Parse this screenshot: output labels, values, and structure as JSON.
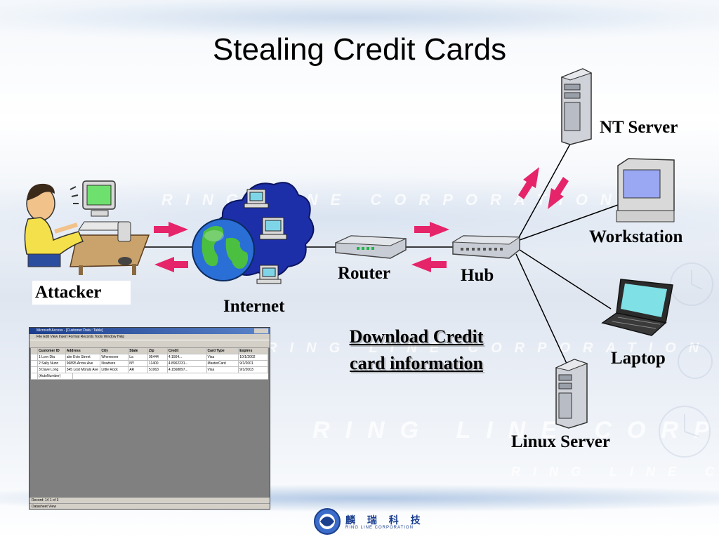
{
  "slide": {
    "title": "Stealing Credit Cards",
    "caption_line1": "Download Credit",
    "caption_line2": "card information"
  },
  "nodes": {
    "attacker": "Attacker",
    "internet": "Internet",
    "router": "Router",
    "hub": "Hub",
    "nt_server": "NT Server",
    "workstation": "Workstation",
    "laptop": "Laptop",
    "linux_server": "Linux Server"
  },
  "watermark": {
    "company": "RING LINE CORPORATION",
    "short": "RING LINE CORPO"
  },
  "logo": {
    "chinese": "麟 瑞 科 技",
    "english": "RING LINE CORPORATION"
  },
  "access_window": {
    "title": "Microsoft Access - [Customer Data : Table]",
    "menu": "File  Edit  View  Insert  Format  Records  Tools  Window  Help",
    "columns": [
      "Customer ID",
      "Address",
      "City",
      "State",
      "Zip",
      "Credit",
      "Card Type",
      "Expires"
    ],
    "rows": [
      [
        "1 Lorn Dia",
        "ake Evin Street",
        "Wheresver",
        "La",
        "95444",
        "4.1564...",
        "Visa",
        "10/1/2002"
      ],
      [
        "2 Sally Nunn",
        "96895 Arrow Ave",
        "Nowhere",
        "NY",
        "11400",
        "4.8962231...",
        "MasterCard",
        "9/1/2001"
      ],
      [
        "3 Dave Long",
        "345 Lost Morals Ave",
        "Little Rock",
        "AR",
        "51063",
        "4.1568897...",
        "Visa",
        "9/1/2003"
      ]
    ],
    "new_row": "(AutoNumber)",
    "record_nav": "Record: 14 1 of 3",
    "status": "Datasheet View"
  },
  "colors": {
    "arrow": "#e6246a",
    "title_bar": "#1c3e8c",
    "logo": "#1b3f8f"
  }
}
